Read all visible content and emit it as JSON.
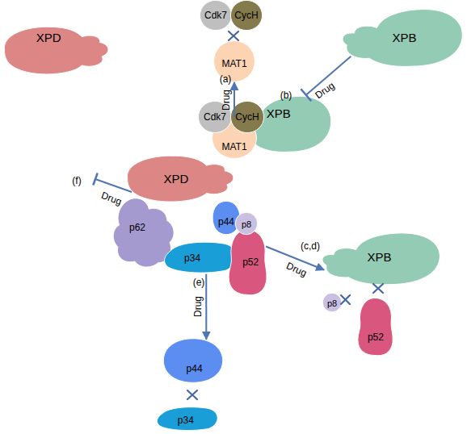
{
  "diagram": {
    "nodes": [
      {
        "text": [
          "Cdk7"
        ]
      },
      {
        "text": [
          "CycH"
        ]
      },
      {
        "text": [
          "MAT1"
        ]
      },
      {
        "text": [
          "XPB"
        ]
      },
      {
        "text": [
          "XPD"
        ]
      },
      {
        "text": [
          "Cdk7"
        ]
      },
      {
        "text": [
          "CycH"
        ]
      },
      {
        "text": [
          "MAT1"
        ]
      },
      {
        "text": [
          "XPB"
        ]
      },
      {
        "text": [
          "XPD"
        ]
      },
      {
        "text": [
          "p62"
        ]
      },
      {
        "text": [
          "p44"
        ]
      },
      {
        "text": [
          "p8"
        ]
      },
      {
        "text": [
          "p52"
        ]
      },
      {
        "text": [
          "p34"
        ]
      },
      {
        "text": [
          "XPB"
        ]
      },
      {
        "text": [
          "p8"
        ]
      },
      {
        "text": [
          "p52"
        ]
      },
      {
        "text": [
          "p44"
        ]
      },
      {
        "text": [
          "p34"
        ]
      }
    ],
    "edges": [
      {
        "from": 7,
        "to": 2,
        "arrow": "to",
        "label": "Drug"
      },
      {
        "from": 3,
        "to": 8,
        "arrow": "to",
        "label": "Drug"
      },
      {
        "from": 13,
        "to": 15,
        "arrow": "to",
        "label": "Drug"
      },
      {
        "from": 14,
        "to": 18,
        "arrow": "to",
        "label": "Drug"
      }
    ],
    "labels": [
      "(a)",
      "(b)",
      "(f)",
      "Drug",
      "(c,d)",
      "(e)"
    ]
  }
}
